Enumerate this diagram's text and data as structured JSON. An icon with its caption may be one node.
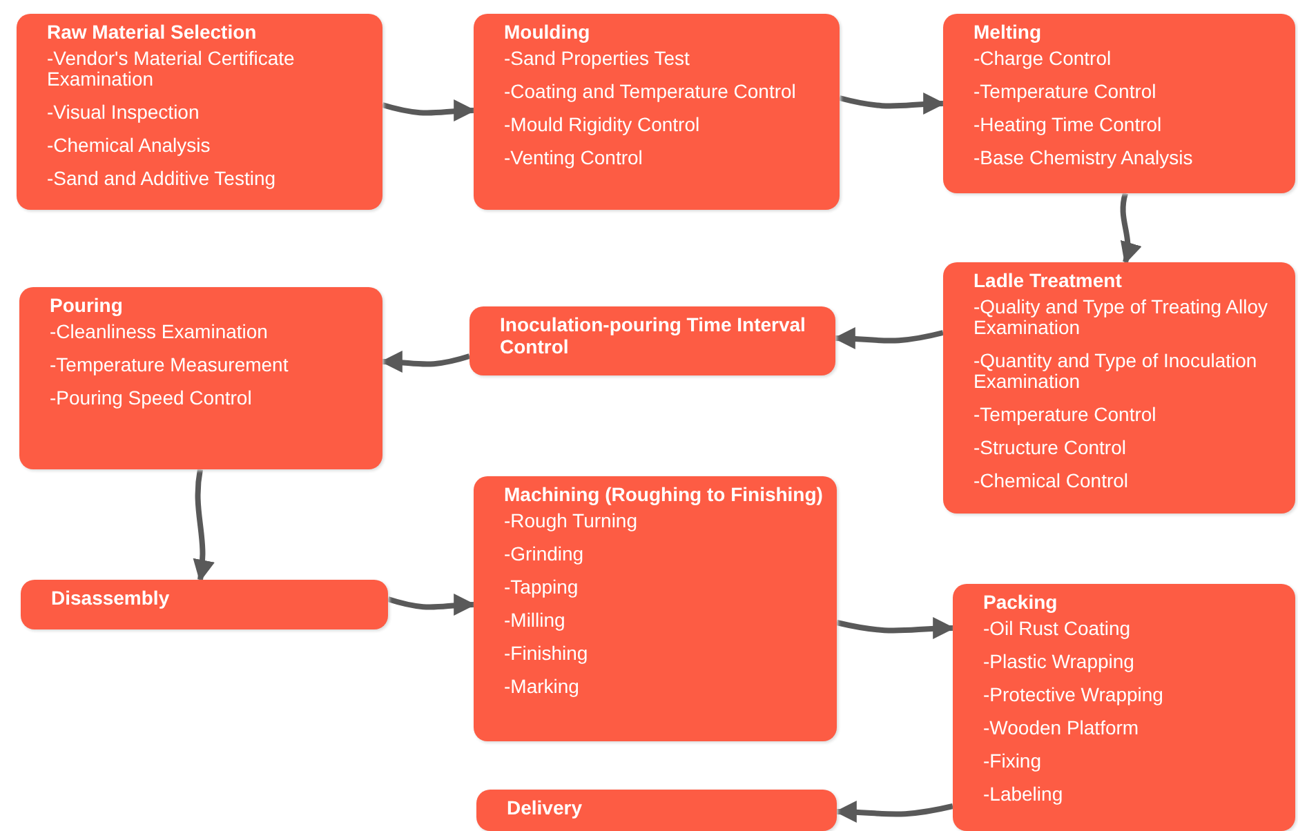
{
  "diagram": {
    "nodes": [
      {
        "text": [
          "Raw Material Selection",
          "-Vendor's Material Certificate Examination",
          "-Visual Inspection",
          "-Chemical Analysis",
          "-Sand and Additive Testing"
        ]
      },
      {
        "text": [
          "Moulding",
          "-Sand Properties Test",
          "-Coating and Temperature Control",
          "-Mould Rigidity Control",
          "-Venting Control"
        ]
      },
      {
        "text": [
          "Melting",
          "-Charge Control",
          "-Temperature Control",
          "-Heating Time Control",
          "-Base Chemistry Analysis"
        ]
      },
      {
        "text": [
          "Ladle Treatment",
          "-Quality and Type of Treating Alloy Examination",
          "-Quantity and Type of Inoculation Examination",
          "-Temperature Control",
          "-Structure Control",
          "-Chemical Control"
        ]
      },
      {
        "text": [
          "Inoculation-pouring Time Interval Control"
        ]
      },
      {
        "text": [
          "Pouring",
          "-Cleanliness Examination",
          "-Temperature Measurement",
          "-Pouring Speed Control"
        ]
      },
      {
        "text": [
          "Disassembly"
        ]
      },
      {
        "text": [
          "Machining (Roughing to Finishing)",
          "-Rough Turning",
          "-Grinding",
          "-Tapping",
          "-Milling",
          "-Finishing",
          "-Marking"
        ]
      },
      {
        "text": [
          "Packing",
          "-Oil Rust Coating",
          "-Plastic Wrapping",
          "-Protective Wrapping",
          "-Wooden Platform",
          "-Fixing",
          "-Labeling"
        ]
      },
      {
        "text": [
          "Delivery"
        ]
      }
    ],
    "edges": [
      {
        "from": 0,
        "to": 1,
        "arrow": "to"
      },
      {
        "from": 1,
        "to": 2,
        "arrow": "to"
      },
      {
        "from": 2,
        "to": 3,
        "arrow": "to"
      },
      {
        "from": 3,
        "to": 4,
        "arrow": "to"
      },
      {
        "from": 4,
        "to": 5,
        "arrow": "to"
      },
      {
        "from": 5,
        "to": 6,
        "arrow": "to"
      },
      {
        "from": 6,
        "to": 7,
        "arrow": "to"
      },
      {
        "from": 7,
        "to": 8,
        "arrow": "to"
      },
      {
        "from": 8,
        "to": 9,
        "arrow": "to"
      }
    ]
  }
}
